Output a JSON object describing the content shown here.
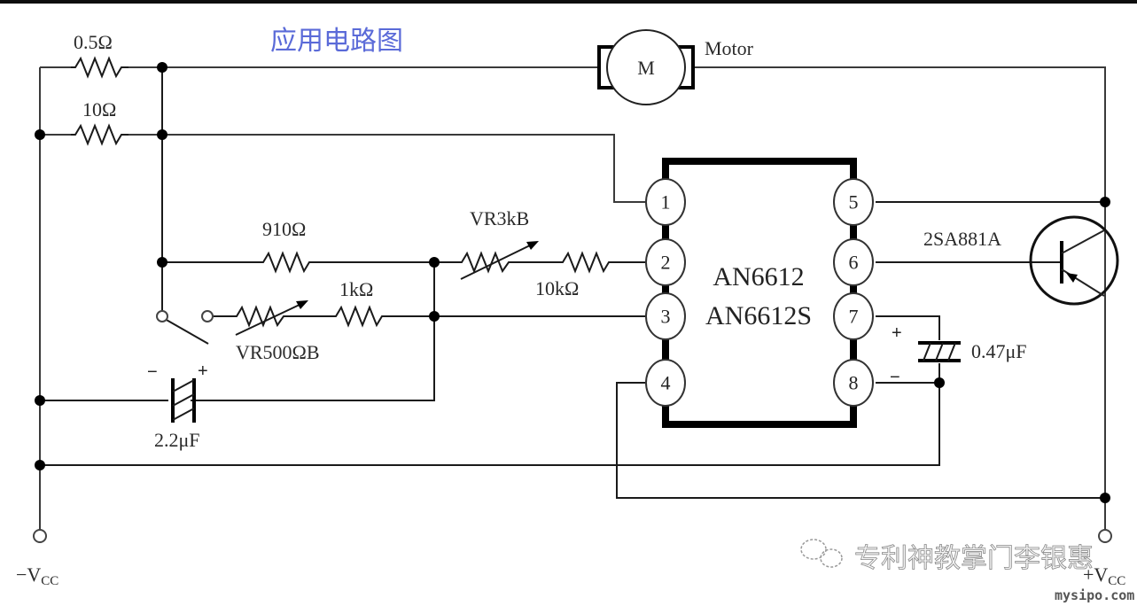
{
  "title": "应用电路图",
  "ic": {
    "name_line1": "AN6612",
    "name_line2": "AN6612S",
    "pins_left": [
      "1",
      "2",
      "3",
      "4"
    ],
    "pins_right": [
      "5",
      "6",
      "7",
      "8"
    ]
  },
  "components": {
    "r1": "0.5Ω",
    "r2": "10Ω",
    "r3": "910Ω",
    "r4": "1kΩ",
    "r5": "10kΩ",
    "vr1": "VR3kB",
    "vr2": "VR500ΩB",
    "c1": "2.2μF",
    "c2": "0.47μF",
    "motor_symbol": "M",
    "motor_label": "Motor",
    "transistor": "2SA881A"
  },
  "polarity": {
    "plus": "+",
    "minus": "−"
  },
  "terminals": {
    "neg_prefix": "−V",
    "pos_prefix": "+V",
    "sub": "CC"
  },
  "watermark": {
    "icon": "wechat-icon",
    "text": "专利神教掌门李银惠",
    "site": "mysipo.com"
  }
}
